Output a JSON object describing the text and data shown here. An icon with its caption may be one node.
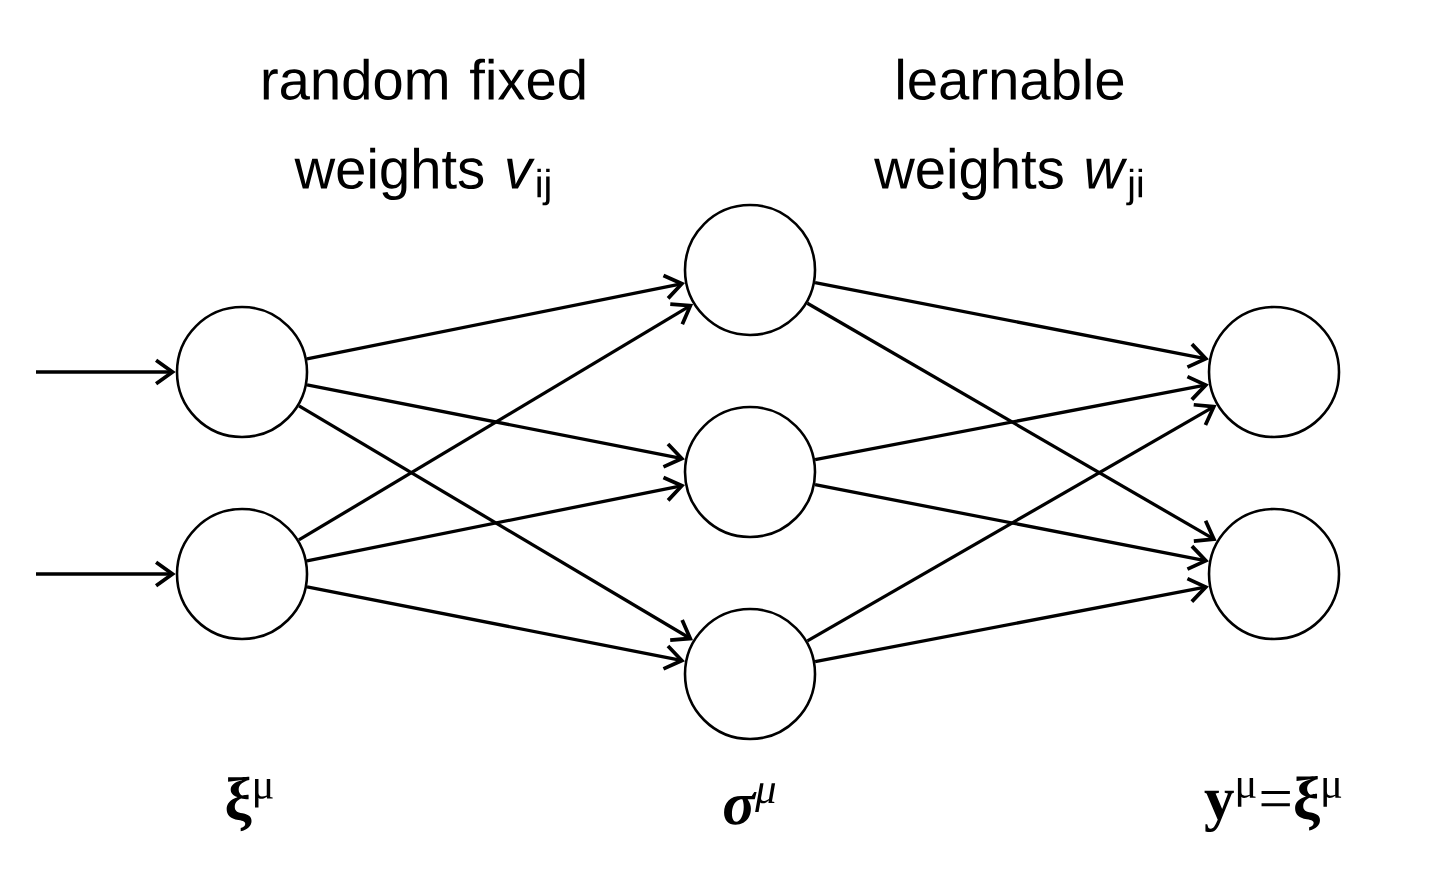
{
  "diagram": {
    "nodes": [
      {
        "text": [],
        "shape": "circle"
      },
      {
        "text": [],
        "shape": "circle",
        "beside": [
          "**ξ**$^{μ}$"
        ]
      },
      {
        "text": [],
        "shape": "circle"
      },
      {
        "text": [],
        "shape": "circle"
      },
      {
        "text": [],
        "shape": "circle",
        "beside": [
          "**σ**$^{μ}$"
        ]
      },
      {
        "text": [],
        "shape": "circle"
      },
      {
        "text": [],
        "shape": "circle",
        "beside": [
          "**y**$^{μ}$=**ξ**$^{μ}$"
        ]
      }
    ],
    "edges": [
      {
        "from": null,
        "to": 0,
        "arrow": "to"
      },
      {
        "from": null,
        "to": 1,
        "arrow": "to"
      },
      {
        "from": 0,
        "to": 2,
        "arrow": "to"
      },
      {
        "from": 0,
        "to": 3,
        "arrow": "to"
      },
      {
        "from": 0,
        "to": 4,
        "arrow": "to"
      },
      {
        "from": 1,
        "to": 2,
        "arrow": "to"
      },
      {
        "from": 1,
        "to": 3,
        "arrow": "to"
      },
      {
        "from": 1,
        "to": 4,
        "arrow": "to"
      },
      {
        "from": 2,
        "to": 5,
        "arrow": "to"
      },
      {
        "from": 2,
        "to": 6,
        "arrow": "to"
      },
      {
        "from": 3,
        "to": 5,
        "arrow": "to"
      },
      {
        "from": 3,
        "to": 6,
        "arrow": "to"
      },
      {
        "from": 4,
        "to": 5,
        "arrow": "to"
      },
      {
        "from": 4,
        "to": 6,
        "arrow": "to"
      }
    ],
    "labels": [
      "random fixed weights *v*$_{ij}$",
      "learnable weights *w*$_{ji}$"
    ]
  }
}
